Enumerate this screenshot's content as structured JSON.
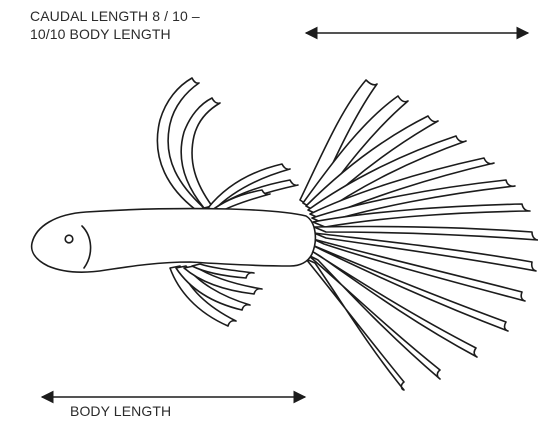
{
  "caudal_label": {
    "line1": "CAUDAL LENGTH 8 / 10 –",
    "line2": "10/10 BODY LENGTH"
  },
  "body_label": "BODY LENGTH",
  "colors": {
    "line": "#1c1c1c",
    "text": "#2b2b2b",
    "background": "#ffffff"
  }
}
